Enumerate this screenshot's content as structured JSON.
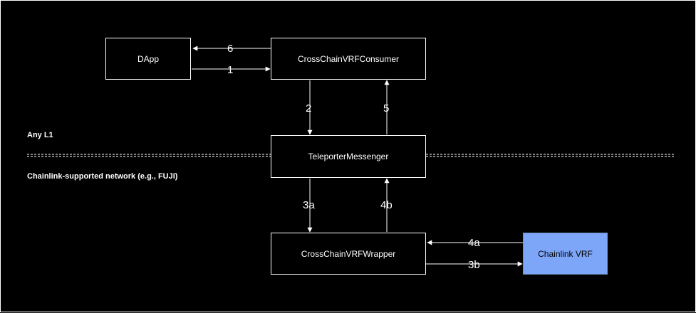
{
  "colors": {
    "background": "#000000",
    "stroke": "#ffffff",
    "highlight_fill": "#7ea6f8",
    "highlight_stroke": "#6c8ebf"
  },
  "regions": {
    "upper": "Any L1",
    "lower": "Chainlink-supported network (e.g., FUJI)"
  },
  "nodes": {
    "dapp": "DApp",
    "consumer": "CrossChainVRFConsumer",
    "teleporter": "TeleporterMessenger",
    "wrapper": "CrossChainVRFWrapper",
    "vrf": "Chainlink VRF"
  },
  "edges": [
    {
      "label": "1",
      "from": "dapp",
      "to": "consumer"
    },
    {
      "label": "2",
      "from": "consumer",
      "to": "teleporter"
    },
    {
      "label": "3a",
      "from": "teleporter",
      "to": "wrapper"
    },
    {
      "label": "3b",
      "from": "wrapper",
      "to": "vrf"
    },
    {
      "label": "4a",
      "from": "vrf",
      "to": "wrapper"
    },
    {
      "label": "4b",
      "from": "wrapper",
      "to": "teleporter"
    },
    {
      "label": "5",
      "from": "teleporter",
      "to": "consumer"
    },
    {
      "label": "6",
      "from": "consumer",
      "to": "dapp"
    }
  ]
}
